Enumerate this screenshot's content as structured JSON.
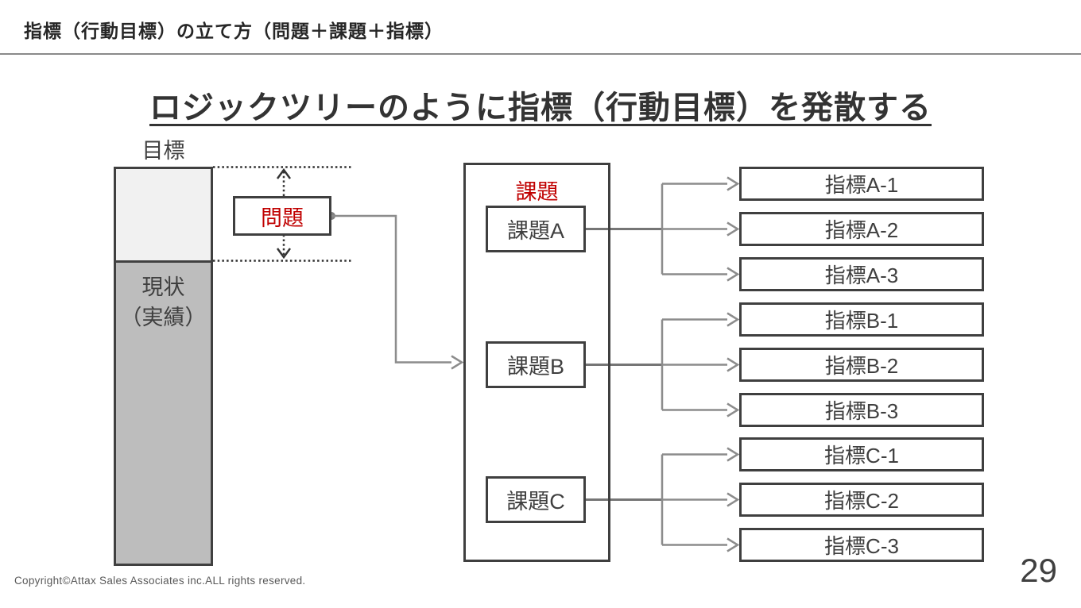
{
  "header": {
    "title": "指標（行動目標）の立て方（問題＋課題＋指標）"
  },
  "main": {
    "heading": "ロジックツリーのように指標（行動目標）を発散する"
  },
  "diagram": {
    "goal_label": "目標",
    "current_line1": "現状",
    "current_line2": "（実績）",
    "problem_label": "問題",
    "issues_title": "課題",
    "issues": [
      "課題A",
      "課題B",
      "課題C"
    ],
    "indicators": [
      "指標A-1",
      "指標A-2",
      "指標A-3",
      "指標B-1",
      "指標B-2",
      "指標B-3",
      "指標C-1",
      "指標C-2",
      "指標C-3"
    ]
  },
  "footer": {
    "copyright": "Copyright©Attax Sales Associates inc.ALL rights reserved.",
    "page_number": "29"
  },
  "colors": {
    "accent_red": "#c00000",
    "border_dark": "#3f3f3f",
    "connector_gray": "#8c8c8c",
    "dotted_dark": "#2f2f2f",
    "bar_light_fill": "#f1f1f1",
    "bar_dark_fill": "#bdbdbd"
  }
}
